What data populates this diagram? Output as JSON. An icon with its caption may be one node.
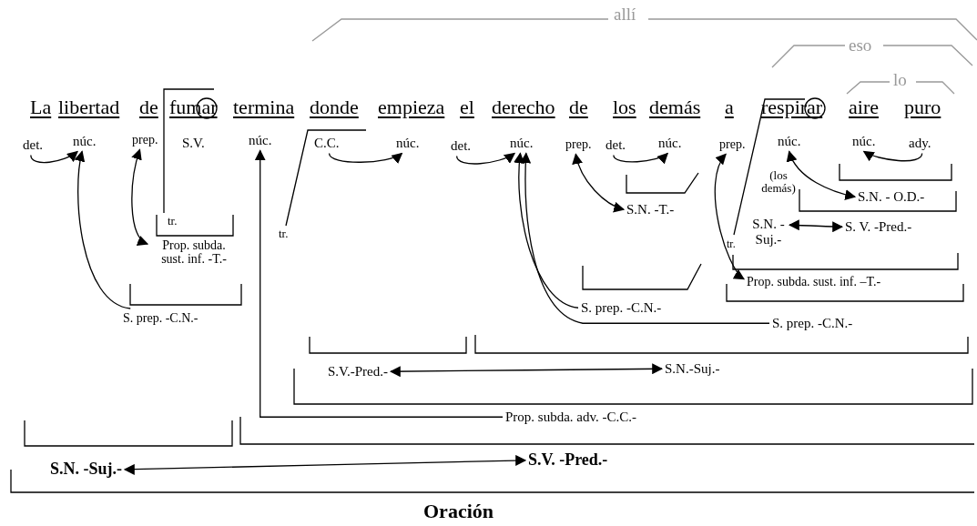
{
  "diagram": {
    "nodes": [
      {
        "text": [
          "det."
        ]
      },
      {
        "text": [
          "núc."
        ]
      },
      {
        "text": [
          "prep."
        ]
      },
      {
        "text": [
          "núc."
        ]
      },
      {
        "text": [
          "C.C."
        ]
      },
      {
        "text": [
          "núc."
        ]
      },
      {
        "text": [
          "det."
        ]
      },
      {
        "text": [
          "núc."
        ]
      },
      {
        "text": [
          "prep."
        ]
      },
      {
        "text": [
          "det."
        ]
      },
      {
        "text": [
          "núc."
        ]
      },
      {
        "text": [
          "prep."
        ]
      },
      {
        "text": [
          "núc."
        ]
      },
      {
        "text": [
          "núc."
        ]
      },
      {
        "text": [
          "ady."
        ]
      },
      {
        "text": [
          "S.N. -T.-"
        ]
      },
      {
        "text": [
          "Prop. subda. sust. inf. -T.-"
        ]
      },
      {
        "text": [
          "S.N. - O.D.-"
        ]
      },
      {
        "text": [
          "S.N. -Suj.-"
        ]
      },
      {
        "text": [
          "S. V. -Pred.-"
        ]
      },
      {
        "text": [
          "Prop. subda. sust. inf. –T.-"
        ]
      },
      {
        "text": [
          "S. prep. -C.N.-"
        ]
      },
      {
        "text": [
          "S. prep. -C.N.-"
        ]
      },
      {
        "text": [
          "S. prep. -C.N.-"
        ]
      },
      {
        "text": [
          "S.V.-Pred.-"
        ]
      },
      {
        "text": [
          "S.N.-Suj.-"
        ]
      },
      {
        "text": [
          "Prop. subda. adv. -C.C.-"
        ]
      },
      {
        "text": [
          "S.N. -Suj.-"
        ]
      },
      {
        "text": [
          "S.V. -Pred.-"
        ]
      }
    ],
    "edges": [
      {
        "from": 0,
        "to": 1,
        "arrow": "to"
      },
      {
        "from": 21,
        "to": 1,
        "arrow": "to"
      },
      {
        "from": 2,
        "to": 16,
        "arrow": "both"
      },
      {
        "from": 26,
        "to": 3,
        "arrow": "to"
      },
      {
        "from": 4,
        "to": 5,
        "arrow": "to"
      },
      {
        "from": 6,
        "to": 7,
        "arrow": "to"
      },
      {
        "from": 22,
        "to": 7,
        "arrow": "to"
      },
      {
        "from": 23,
        "to": 7,
        "arrow": "to"
      },
      {
        "from": 8,
        "to": 15,
        "arrow": "both"
      },
      {
        "from": 9,
        "to": 10,
        "arrow": "to"
      },
      {
        "from": 11,
        "to": 20,
        "arrow": "both"
      },
      {
        "from": 12,
        "to": 17,
        "arrow": "both"
      },
      {
        "from": 14,
        "to": 13,
        "arrow": "to"
      },
      {
        "from": 18,
        "to": 19,
        "arrow": "both"
      },
      {
        "from": 24,
        "to": 25,
        "arrow": "both"
      },
      {
        "from": 27,
        "to": 28,
        "arrow": "both"
      }
    ],
    "labels": [
      "allí",
      "eso",
      "lo",
      "La",
      "libertad",
      "de",
      "fumar",
      "termina",
      "donde",
      "empieza",
      "el",
      "derecho",
      "de",
      "los",
      "demás",
      "a",
      "respirar",
      "aire",
      "puro",
      "S.V.",
      "tr.",
      "tr.",
      "(los demás)",
      "tr.",
      "Oración"
    ]
  }
}
